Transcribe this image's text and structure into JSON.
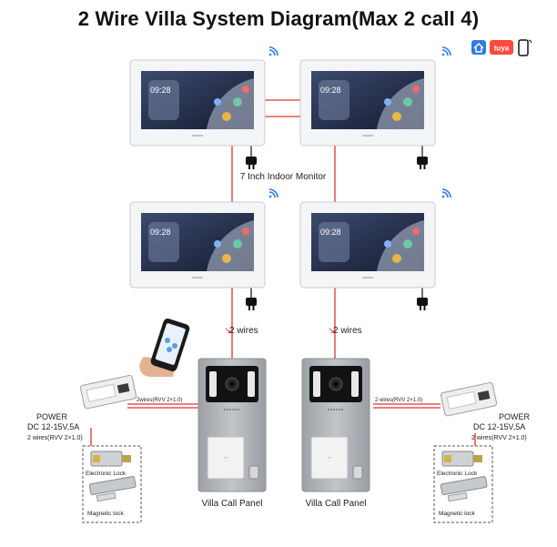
{
  "title": "2 Wire Villa System Diagram(Max 2 call 4)",
  "labels": {
    "indoor_monitor": "7 Inch Indoor Monitor",
    "two_wires": "2 wires",
    "call_panel": "Villa Call Panel",
    "power_title": "POWER",
    "power_spec": "DC 12-15V,5A",
    "power_wires": "2 wires(RVV 2×1.0)",
    "line_wires_left": "2wires(RVV 2×1.0)",
    "line_wires_right": "2 wires(RVV 2×1.0)",
    "electronic_lock": "Electronic Lock",
    "magnetic_lock": "Magnetic lock",
    "monitor_time": "09:28"
  },
  "badges": {
    "tuya": "tuya"
  },
  "colors": {
    "wire": "#e0342c",
    "monitor_frame": "#f4f5f6",
    "screen": "#1f2a44",
    "panel": "#a9acb0",
    "wifi": "#2f7de1",
    "tuya": "#ff4a3d"
  }
}
